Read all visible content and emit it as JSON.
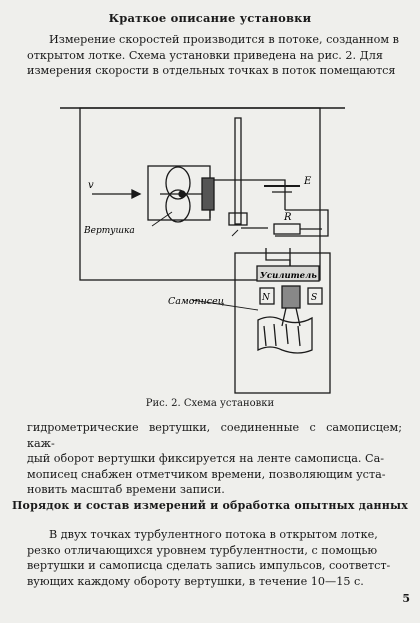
{
  "section1": {
    "title": "Краткое описание установки",
    "intro_lines": [
      "Измерение скоростей производится в потоке, созданном в",
      "открытом лотке. Схема установки приведена на рис. 2. Для",
      "измерения скорости в отдельных точках в поток помещаются"
    ]
  },
  "figure": {
    "label_v": "v",
    "label_e": "E",
    "label_r": "R",
    "label_vertushka": "Вертушка",
    "label_amplifier": "Усилитель",
    "label_recorder": "Самописец",
    "label_n": "N",
    "label_s": "S",
    "caption": "Рис. 2. Схема установки"
  },
  "continuation_lines": [
    "гидрометрические вертушки, соединенные с самописцем; каж-",
    "дый оборот вертушки фиксируется на ленте самописца. Са-",
    "мописец снабжен отметчиком времени, позволяющим уста-",
    "новить масштаб времени записи."
  ],
  "section2": {
    "title": "Порядок и состав измерений и обработка опытных данных",
    "lines": [
      "В двух точках турбулентного потока в открытом лотке,",
      "резко отличающихся уровнем турбулентности, с помощью",
      "вертушки и самописца сделать запись импульсов, соответст-",
      "вующих каждому обороту вертушки, в течение 10—15 с."
    ]
  },
  "page_number": "5"
}
